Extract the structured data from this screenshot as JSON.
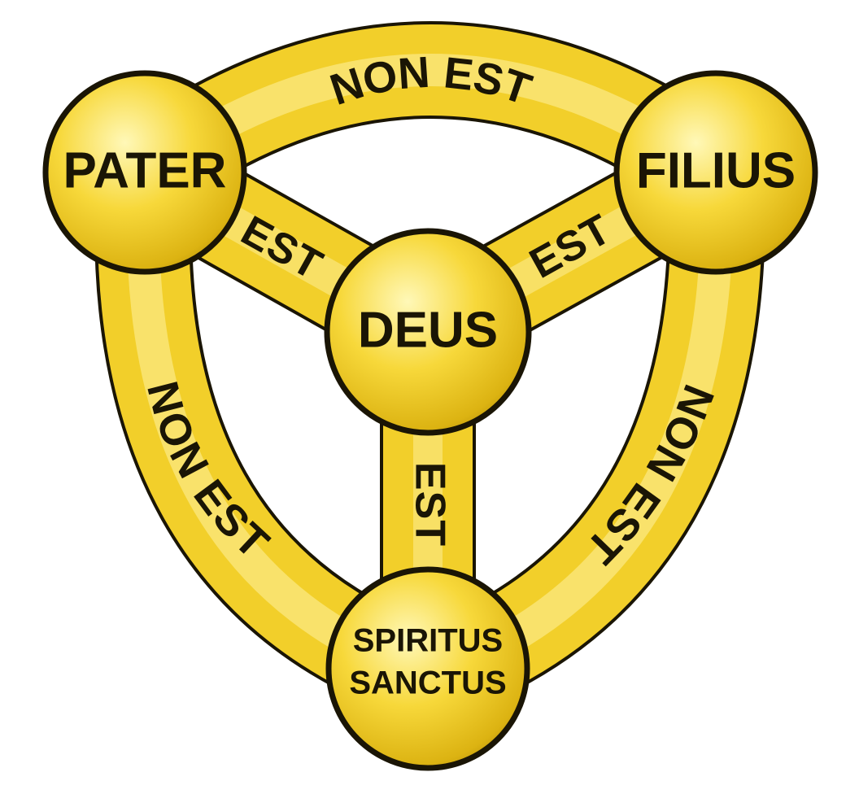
{
  "diagram": {
    "nodes": {
      "pater": "PATER",
      "filius": "FILIUS",
      "deus": "DEUS",
      "spiritus_line1": "SPIRITUS",
      "spiritus_line2": "SANCTUS"
    },
    "links": {
      "pater_filius": "NON EST",
      "pater_spiritus": "NON EST",
      "filius_spiritus": "NON EST",
      "pater_deus": "EST",
      "filius_deus": "EST",
      "spiritus_deus": "EST"
    },
    "colors": {
      "gold_light": "#fff6a8",
      "gold": "#f4d22e",
      "gold_dark": "#c9a30a",
      "outline": "#1a1505"
    }
  }
}
